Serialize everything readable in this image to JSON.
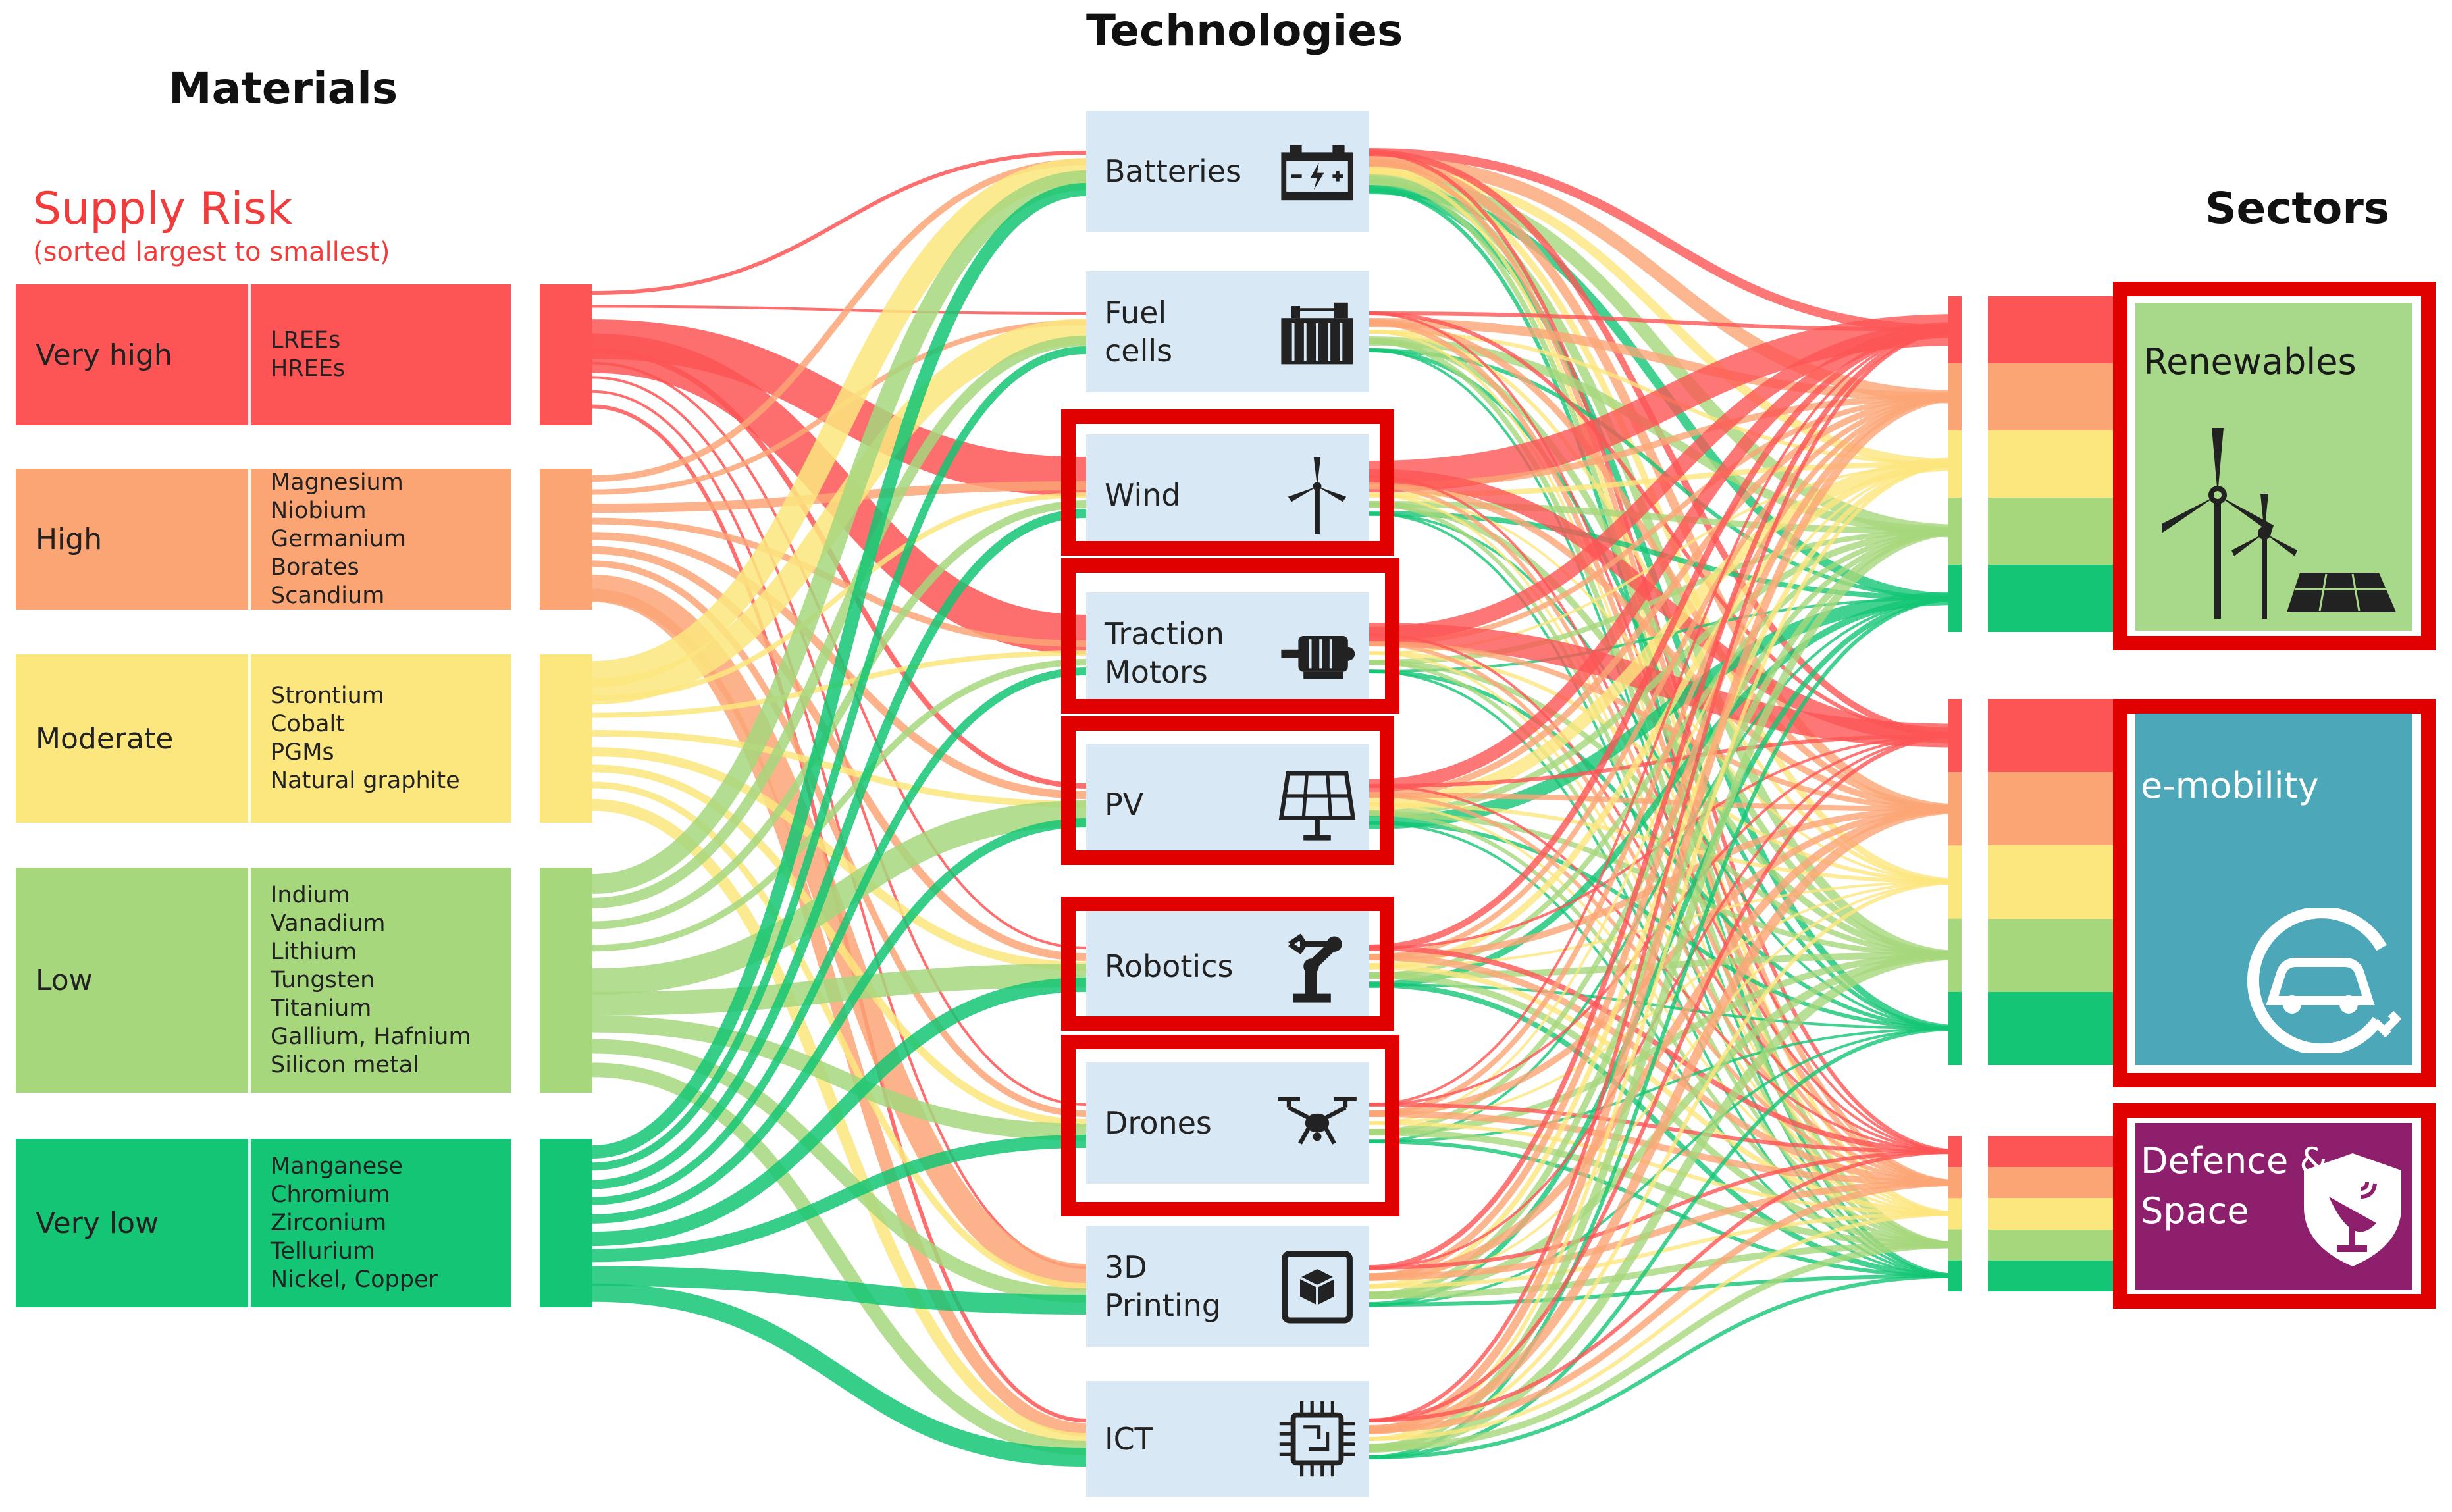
{
  "headings": {
    "materials": "Materials",
    "technologies": "Technologies",
    "sectors": "Sectors"
  },
  "supply_risk": {
    "title": "Supply Risk",
    "subtitle": "(sorted largest to smallest)"
  },
  "colors": {
    "very_high": "#fd5555",
    "high": "#fba575",
    "moderate": "#fce67e",
    "low": "#a6d77c",
    "very_low": "#13c574",
    "tech_bg": "#d8e9f5",
    "highlight": "#e00000",
    "renewables": "#a8d88a",
    "emobility": "#4ca8b8",
    "defence": "#8e1f6c"
  },
  "risk_levels": [
    {
      "key": "very_high",
      "label": "Very high",
      "materials": [
        "LREEs",
        "HREEs"
      ]
    },
    {
      "key": "high",
      "label": "High",
      "materials": [
        "Magnesium",
        "Niobium",
        "Germanium",
        "Borates",
        "Scandium"
      ]
    },
    {
      "key": "moderate",
      "label": "Moderate",
      "materials": [
        "Strontium",
        "Cobalt",
        "PGMs",
        "Natural graphite"
      ]
    },
    {
      "key": "low",
      "label": "Low",
      "materials": [
        "Indium",
        "Vanadium",
        "Lithium",
        "Tungsten",
        "Titanium",
        "Gallium, Hafnium",
        "Silicon metal"
      ]
    },
    {
      "key": "very_low",
      "label": "Very low",
      "materials": [
        "Manganese",
        "Chromium",
        "Zirconium",
        "Tellurium",
        "Nickel, Copper"
      ]
    }
  ],
  "technologies": [
    {
      "label_lines": [
        "Batteries"
      ],
      "icon": "battery-icon",
      "highlighted": false
    },
    {
      "label_lines": [
        "Fuel",
        "cells"
      ],
      "icon": "fuel-cell-icon",
      "highlighted": false
    },
    {
      "label_lines": [
        "Wind"
      ],
      "icon": "wind-turbine-icon",
      "highlighted": true
    },
    {
      "label_lines": [
        "Traction",
        "Motors"
      ],
      "icon": "motor-icon",
      "highlighted": true
    },
    {
      "label_lines": [
        "PV"
      ],
      "icon": "solar-panel-icon",
      "highlighted": true
    },
    {
      "label_lines": [
        "Robotics"
      ],
      "icon": "robot-arm-icon",
      "highlighted": true
    },
    {
      "label_lines": [
        "Drones"
      ],
      "icon": "drone-icon",
      "highlighted": true
    },
    {
      "label_lines": [
        "3D",
        "Printing"
      ],
      "icon": "3d-printer-icon",
      "highlighted": false
    },
    {
      "label_lines": [
        "ICT"
      ],
      "icon": "chip-icon",
      "highlighted": false
    }
  ],
  "sectors": [
    {
      "label_lines": [
        "Renewables"
      ],
      "icon": "renewables-icon"
    },
    {
      "label_lines": [
        "e-mobility"
      ],
      "icon": "ev-charging-icon"
    },
    {
      "label_lines": [
        "Defence &",
        "Space"
      ],
      "icon": "satellite-shield-icon"
    }
  ]
}
